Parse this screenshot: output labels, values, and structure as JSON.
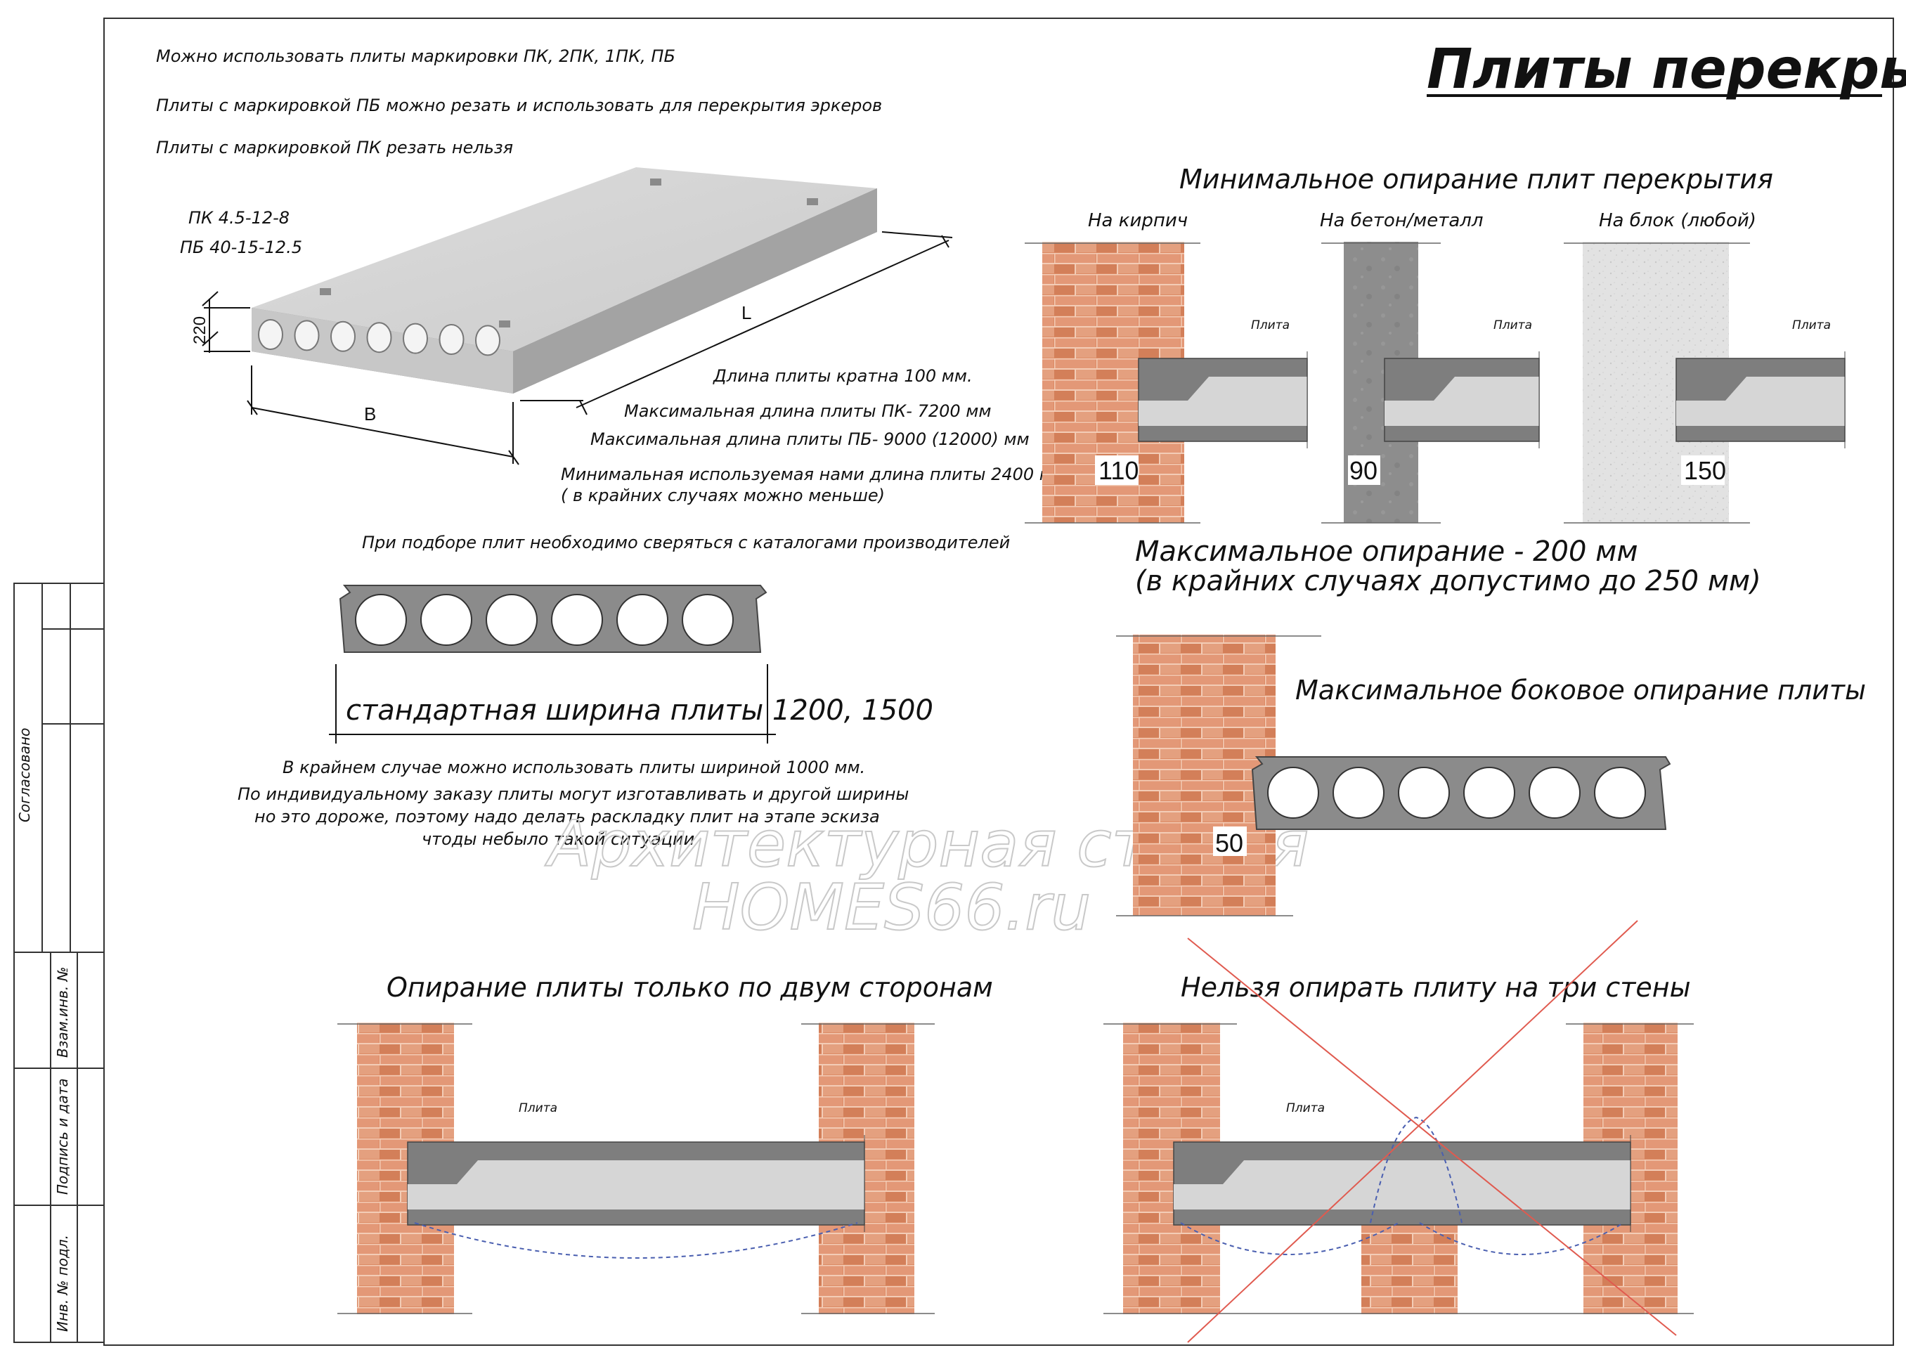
{
  "title": "Плиты перекрытия",
  "notes": [
    "Можно использовать плиты маркировки ПК, 2ПК, 1ПК, ПБ",
    "Плиты с маркировкой ПБ можно резать и использовать для перекрытия эркеров",
    "Плиты с маркировкой ПК резать нельзя"
  ],
  "slab_marks": [
    "ПК 4.5-12-8",
    "ПБ 40-15-12.5"
  ],
  "slab_dims": {
    "height": "220",
    "length": "L",
    "width": "B"
  },
  "length_notes": [
    "Длина плиты кратна 100 мм.",
    "Максимальная длина плиты ПК- 7200 мм",
    "Максимальная длина плиты ПБ- 9000 (12000) мм",
    "Минимальная используемая нами длина плиты 2400 мм",
    "( в крайних случаях можно меньше)"
  ],
  "catalog_note": "При подборе плит необходимо сверяться с каталогами производителей",
  "std_width": "стандартная ширина плиты 1200, 1500",
  "width_notes": [
    "В крайнем случае можно использовать плиты шириной 1000 мм.",
    "По индивидуальному заказу плиты могут изготавливать и другой ширины",
    "но это дороже, поэтому надо делать раскладку плит на этапе эскиза",
    "чтоды небыло такой ситуации"
  ],
  "min_support": {
    "heading": "Минимальное опирание плит перекрытия",
    "cases": [
      {
        "label": "На кирпич",
        "value": "110",
        "slab": "Плита"
      },
      {
        "label": "На бетон/металл",
        "value": "90",
        "slab": "Плита"
      },
      {
        "label": "На блок (любой)",
        "value": "150",
        "slab": "Плита"
      }
    ]
  },
  "max_support": {
    "line1": "Максимальное опирание - 200 мм",
    "line2": "(в крайних случаях допустимо до 250 мм)"
  },
  "side_support": {
    "heading": "Максимальное боковое опирание плиты",
    "value": "50"
  },
  "two_sides": {
    "heading": "Опирание плиты только по двум сторонам",
    "slab": "Плита"
  },
  "three_walls": {
    "heading": "Нельзя опирать плиту на три стены",
    "slab": "Плита"
  },
  "watermark": [
    "Архитектурная студия",
    "HOMES66.ru"
  ],
  "stamp": [
    "Согласовано",
    "Взам.инв. №",
    "Подпись и дата",
    "Инв. № подл."
  ],
  "colors": {
    "brick": "#d9805a",
    "brick_mortar": "#f2c6ae",
    "concrete": "#8a8a8a",
    "block": "#e0e0e0",
    "slab_core": "#d6d6d6",
    "slab_shell": "#7e7e7e",
    "red_line": "#e05a4f",
    "blue_dash": "#4a5fb0"
  }
}
